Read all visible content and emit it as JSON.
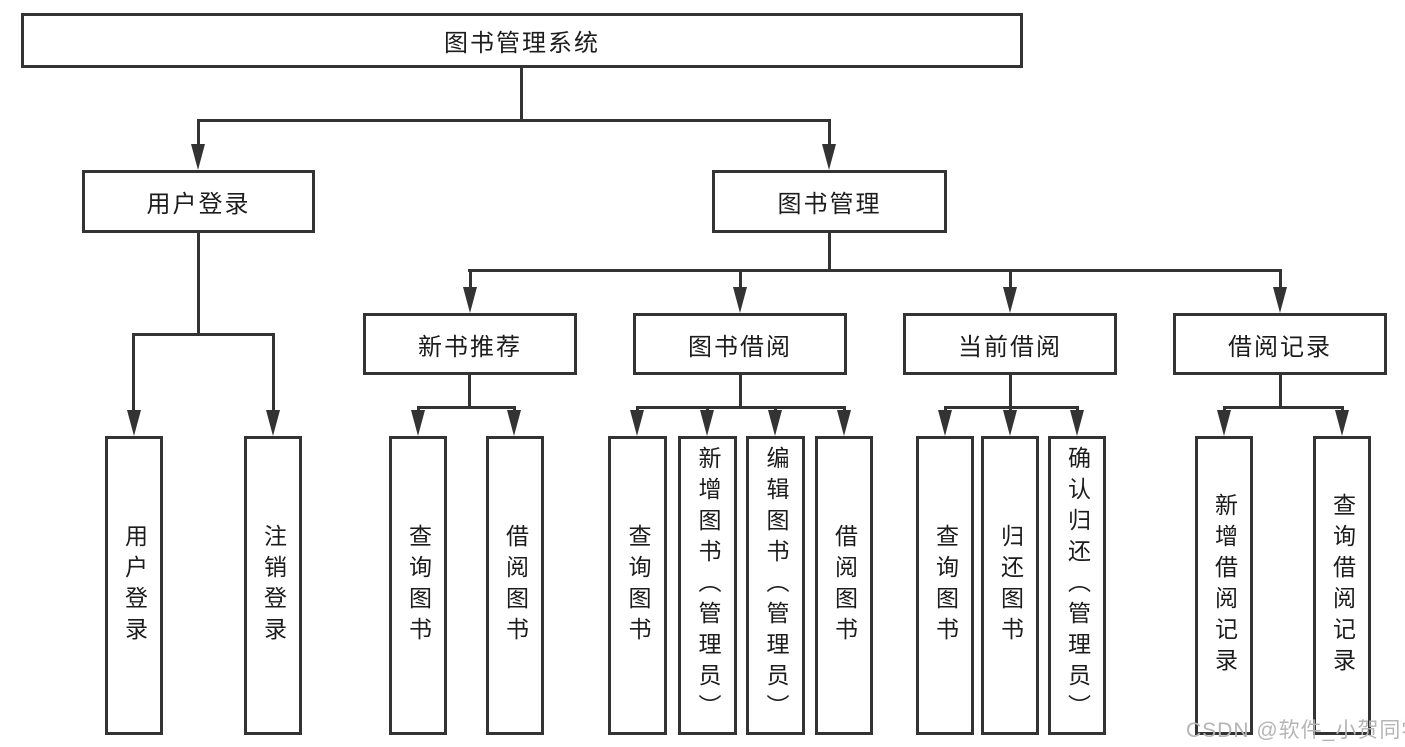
{
  "diagram": {
    "title": "图书管理系统",
    "root": "图书管理系统",
    "level2": [
      "用户登录",
      "图书管理"
    ],
    "level3": [
      "新书推荐",
      "图书借阅",
      "当前借阅",
      "借阅记录"
    ],
    "leaves": [
      "用户登录",
      "注销登录",
      "查询图书",
      "借阅图书",
      "查询图书",
      "新增图书（管理员）",
      "编辑图书（管理员）",
      "借阅图书",
      "查询图书",
      "归还图书",
      "确认归还（管理员）",
      "新增借阅记录",
      "查询借阅记录"
    ]
  },
  "watermark": "CSDN @软件_小贺同学",
  "colors": {
    "line": "#333333",
    "text": "#1c1c1c",
    "watermark": "#b5b5b5",
    "background": "#ffffff"
  }
}
